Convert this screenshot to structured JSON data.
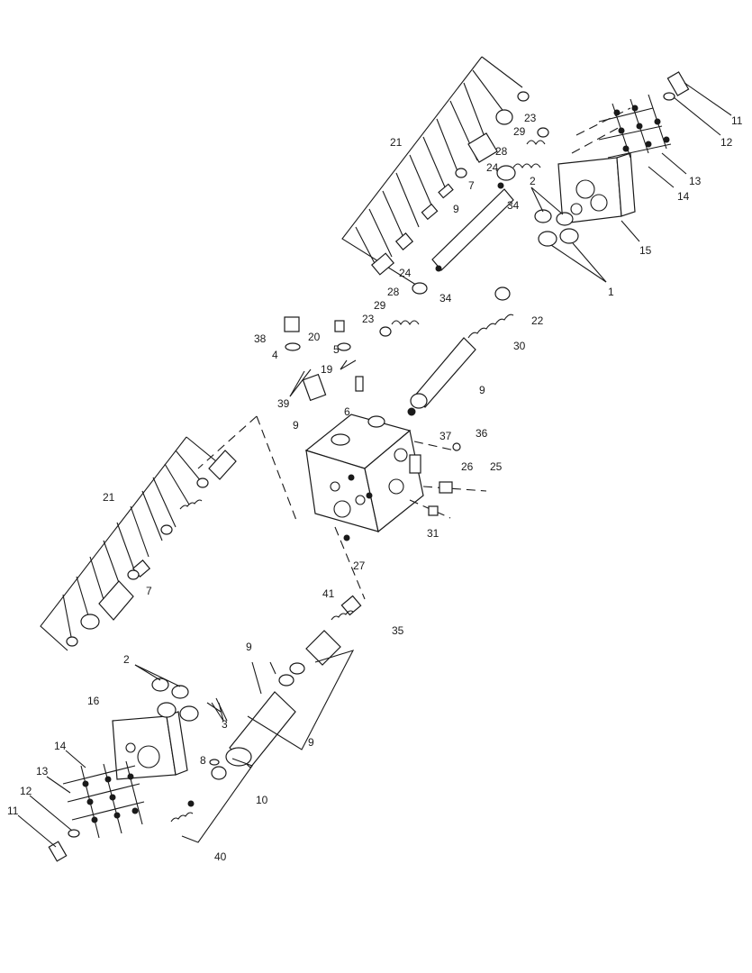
{
  "callouts": {
    "c11_top": "11",
    "c12_top": "12",
    "c13_top": "13",
    "c14_top": "14",
    "c15": "15",
    "c1": "1",
    "c2_top": "2",
    "c21_top": "21",
    "c7_top": "7",
    "c23_a": "23",
    "c29_a": "29",
    "c28_a": "28",
    "c24_a": "24",
    "c34_a": "34",
    "c9_a": "9",
    "c24_b": "24",
    "c34_b": "34",
    "c28_b": "28",
    "c29_b": "29",
    "c23_b": "23",
    "c22": "22",
    "c30": "30",
    "c9_b": "9",
    "c38": "38",
    "c20": "20",
    "c4": "4",
    "c5": "5",
    "c19": "19",
    "c39": "39",
    "c6": "6",
    "c9_body": "9",
    "c37": "37",
    "c36": "36",
    "c26": "26",
    "c25": "25",
    "c31": "31",
    "c27": "27",
    "c21_bot": "21",
    "c7_bot": "7",
    "c41": "41",
    "c35": "35",
    "c9_c": "9",
    "c9_d": "9",
    "c2_bot": "2",
    "c3": "3",
    "c16": "16",
    "c14_bot": "14",
    "c13_bot": "13",
    "c12_bot": "12",
    "c11_bot": "11",
    "c8": "8",
    "c10": "10",
    "c40": "40"
  }
}
